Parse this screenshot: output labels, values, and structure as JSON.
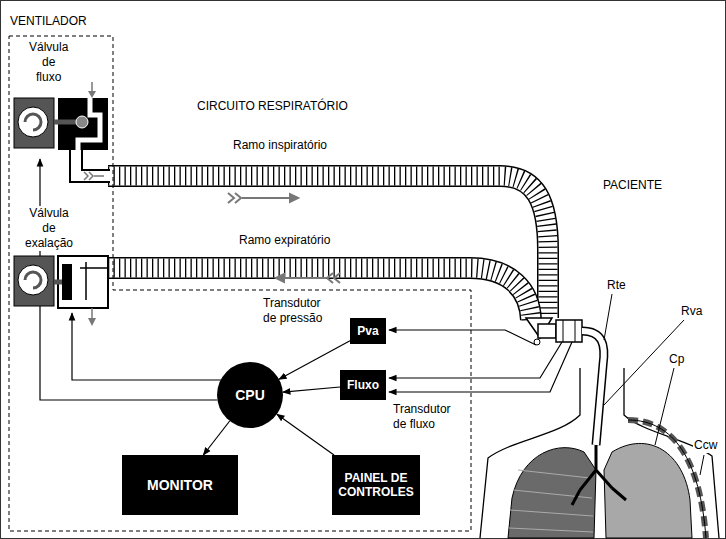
{
  "diagram": {
    "nodes": [
      {
        "text": [
          "VENTILADOR"
        ]
      },
      {
        "text": [
          "Pva"
        ],
        "in": 0
      },
      {
        "text": [
          "Fluxo"
        ],
        "in": 0
      },
      {
        "text": [
          "CPU"
        ],
        "in": 0
      },
      {
        "text": [
          "MONITOR"
        ],
        "in": 0
      },
      {
        "text": [
          "PAINEL DE CONTROLES"
        ],
        "in": 0
      }
    ],
    "edges": [
      {
        "from": 1,
        "to": 3,
        "arrow": "to"
      },
      {
        "from": 2,
        "to": 3,
        "arrow": "to"
      },
      {
        "from": 5,
        "to": 3,
        "arrow": "to"
      },
      {
        "from": 3,
        "to": 4,
        "arrow": "to"
      }
    ],
    "labels": [
      "Válvula de fluxo",
      "Válvula de exalação",
      "CIRCUITO RESPIRATÓRIO",
      "Ramo inspiratório",
      "Ramo expiratório",
      "PACIENTE",
      "Transdutor de pressão",
      "Transdutor de fluxo",
      "Rte",
      "Rva",
      "Cp",
      "Ccw"
    ]
  }
}
